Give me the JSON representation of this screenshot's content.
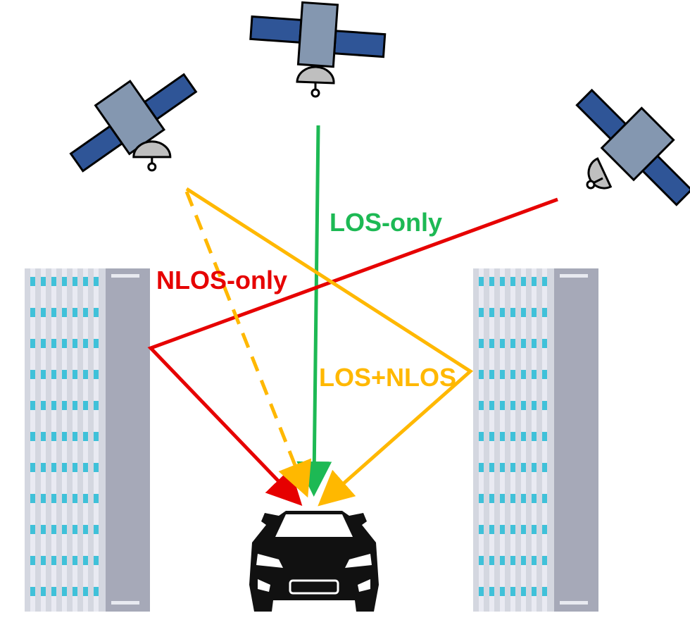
{
  "labels": {
    "los_only": "LOS-only",
    "nlos_only": "NLOS-only",
    "los_nlos": "LOS+NLOS"
  },
  "colors": {
    "los_only": "#1DB954",
    "nlos_only": "#E60000",
    "los_nlos": "#FFB800",
    "satellite_panel": "#2F5597",
    "satellite_body": "#8497B0",
    "dish": "#BFBFBF",
    "building_face": "#D4D7E0",
    "building_side": "#A6A9B8",
    "building_window": "#3FC1D9",
    "car": "#111111"
  },
  "icons": {
    "satellites": [
      "satellite-icon",
      "satellite-icon",
      "satellite-icon"
    ],
    "buildings": [
      "building-icon",
      "building-icon"
    ],
    "receiver": "car-icon"
  }
}
